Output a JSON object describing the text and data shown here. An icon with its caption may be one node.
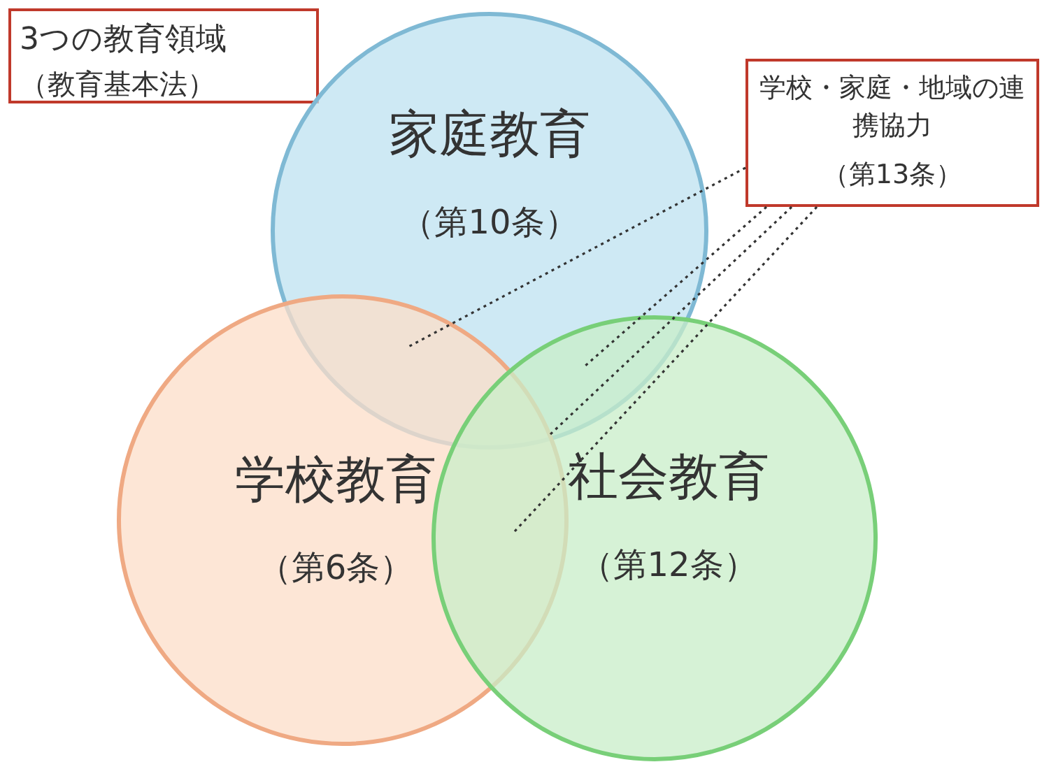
{
  "diagram": {
    "nodes": [
      {
        "text": [
          "3つの教育領域",
          "（教育基本法）"
        ]
      },
      {
        "text": [
          "家庭教育",
          "（第10条）"
        ]
      },
      {
        "text": [
          "学校教育",
          "（第6条）"
        ]
      },
      {
        "text": [
          "社会教育",
          "（第12条）"
        ]
      },
      {
        "text": [
          "学校・家庭・地域の連携協力",
          "（第13条）"
        ]
      }
    ],
    "edges": [
      {
        "from": 4,
        "to": 1,
        "arrow": "none",
        "style": "dashed"
      },
      {
        "from": 4,
        "to": 1,
        "arrow": "none",
        "style": "dashed"
      },
      {
        "from": 4,
        "to": 1,
        "arrow": "none",
        "style": "dashed"
      },
      {
        "from": 4,
        "to": 3,
        "arrow": "none",
        "style": "dashed"
      }
    ]
  }
}
